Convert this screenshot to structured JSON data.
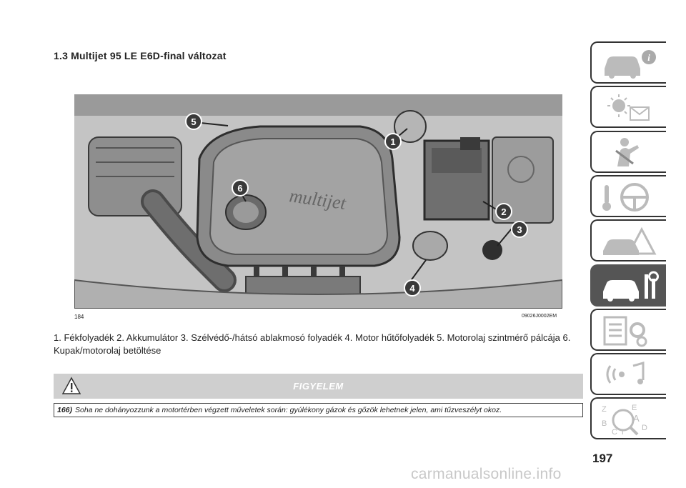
{
  "section_title": "1.3 Multijet 95 LE E6D-final változat",
  "figure": {
    "code_left": "184",
    "code_right": "09026J0002EM",
    "callouts": [
      "1",
      "2",
      "3",
      "4",
      "5",
      "6"
    ],
    "engine_logo": "multijet"
  },
  "caption": "1. Fékfolyadék 2. Akkumulátor 3. Szélvédő-/hátsó ablakmosó folyadék 4. Motor hűtőfolyadék 5. Motorolaj szintmérő pálcája 6. Kupak/motorolaj betöltése",
  "warning": {
    "title": "FIGYELEM",
    "icon": "warning-triangle-icon",
    "number": "166)",
    "text": "Soha ne dohányozzunk a motortérben végzett műveletek során: gyúlékony gázok és gőzök lehetnek jelen, ami tűzveszélyt okoz."
  },
  "page_number": "197",
  "watermark": "carmanualsonline.info",
  "sidebar_tabs": [
    {
      "icon": "car-info-icon",
      "active": false
    },
    {
      "icon": "dashboard-lights-icon",
      "active": false
    },
    {
      "icon": "safety-airbag-icon",
      "active": false
    },
    {
      "icon": "steering-key-icon",
      "active": false
    },
    {
      "icon": "emergency-icon",
      "active": false
    },
    {
      "icon": "maintenance-tools-icon",
      "active": true
    },
    {
      "icon": "technical-data-icon",
      "active": false
    },
    {
      "icon": "multimedia-icon",
      "active": false
    },
    {
      "icon": "index-az-icon",
      "active": false
    }
  ],
  "index_letters": [
    "Z",
    "E",
    "A",
    "B",
    "C",
    "T",
    "D"
  ]
}
